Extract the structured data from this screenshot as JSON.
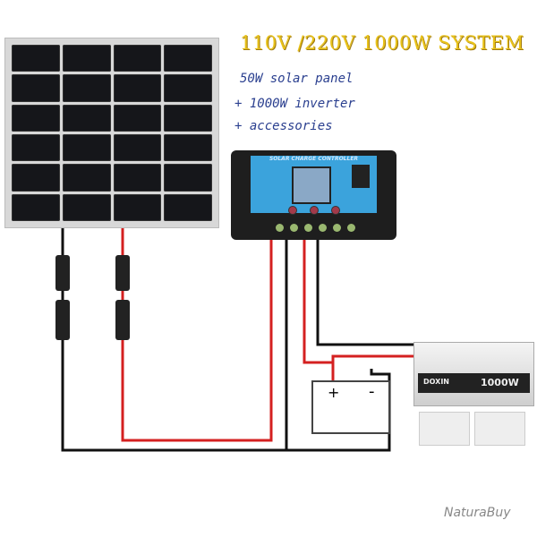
{
  "header": {
    "title": "110V /220V 1000W SYSTEM",
    "lines": [
      "50W solar panel",
      "+ 1000W inverter",
      "+ accessories"
    ]
  },
  "controller": {
    "label": "SOLAR CHARGE CONTROLLER"
  },
  "battery": {
    "positive": "+",
    "negative": "-"
  },
  "inverter": {
    "brand": "DOXIN",
    "rating": "1000W"
  },
  "watermark": "NaturaBuy",
  "colors": {
    "title": "#e8c21a",
    "subtitle": "#2a3f8f",
    "red_wire": "#d42020",
    "black_wire": "#111111",
    "controller": "#3ba3dc"
  }
}
